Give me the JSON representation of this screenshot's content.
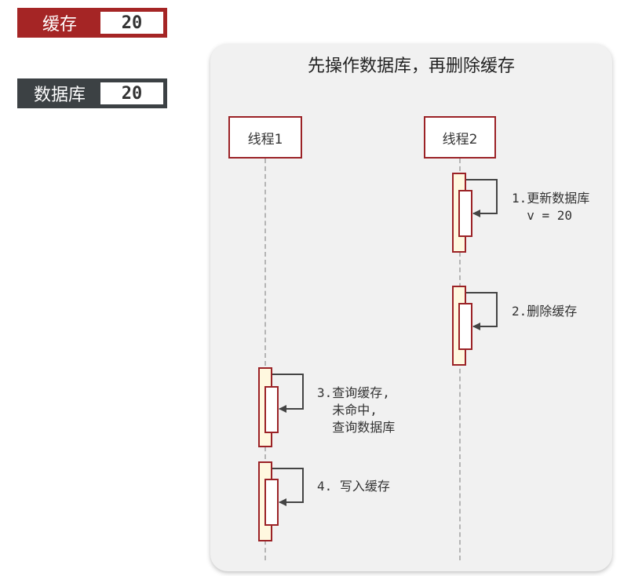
{
  "legend": {
    "cache": {
      "label": "缓存",
      "value": "20",
      "color": "#a52525"
    },
    "database": {
      "label": "数据库",
      "value": "20",
      "color": "#3c4144"
    }
  },
  "diagram": {
    "title": "先操作数据库，再删除缓存",
    "actors": [
      "线程1",
      "线程2"
    ],
    "steps": [
      {
        "line1": "1.更新数据库",
        "line2": "  v = 20",
        "line3": ""
      },
      {
        "line1": "2.删除缓存",
        "line2": "",
        "line3": ""
      },
      {
        "line1": "3.查询缓存,",
        "line2": "  未命中,",
        "line3": "  查询数据库"
      },
      {
        "line1": "4. 写入缓存",
        "line2": "",
        "line3": ""
      }
    ]
  }
}
